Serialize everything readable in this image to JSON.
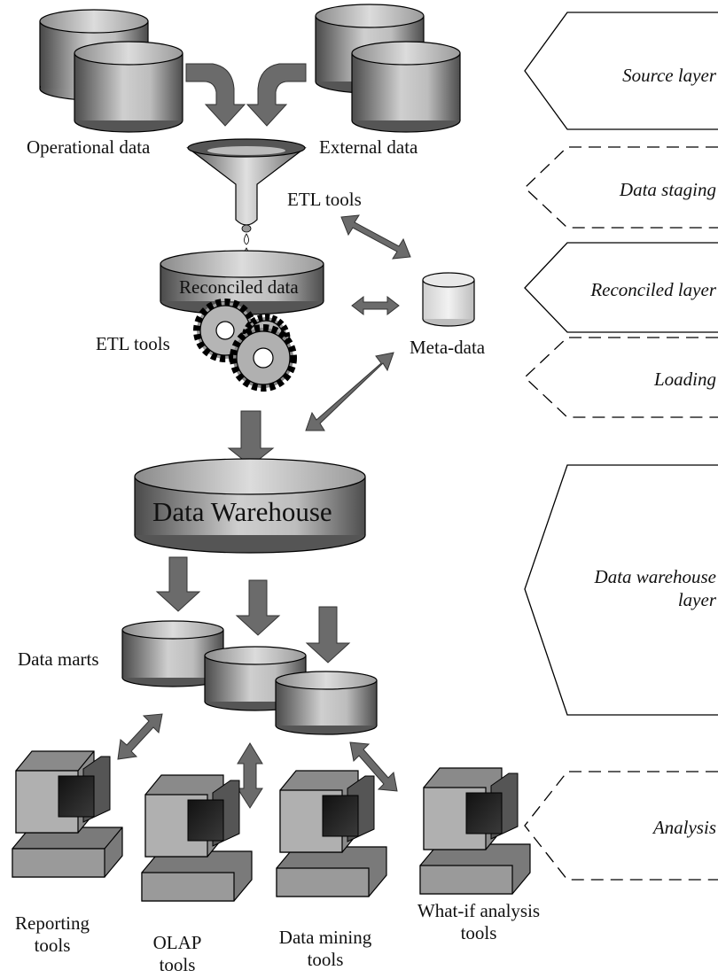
{
  "layers": [
    {
      "text": "Source layer",
      "style": "solid"
    },
    {
      "text": "Data staging",
      "style": "dashed"
    },
    {
      "text": "Reconciled layer",
      "style": "solid"
    },
    {
      "text": "Loading",
      "style": "dashed"
    },
    {
      "text": "Data warehouse layer",
      "line1": "Data warehouse",
      "line2": "layer",
      "style": "solid"
    },
    {
      "text": "Analysis",
      "style": "dashed"
    }
  ],
  "labels": {
    "operational_data": "Operational data",
    "external_data": "External data",
    "etl_tools_top": "ETL tools",
    "reconciled_data": "Reconciled data",
    "meta_data": "Meta-data",
    "etl_tools_gears": "ETL tools",
    "data_warehouse": "Data Warehouse",
    "data_marts": "Data marts"
  },
  "tools": [
    {
      "line1": "Reporting",
      "line2": "tools"
    },
    {
      "line1": "OLAP",
      "line2": "tools"
    },
    {
      "line1": "Data mining",
      "line2": "tools"
    },
    {
      "line1": "What-if analysis",
      "line2": "tools"
    }
  ],
  "colors": {
    "cylinder_dark": "#555555",
    "cylinder_light": "#e0e0e0",
    "arrow": "#6b6b6b",
    "outline": "#000000"
  }
}
